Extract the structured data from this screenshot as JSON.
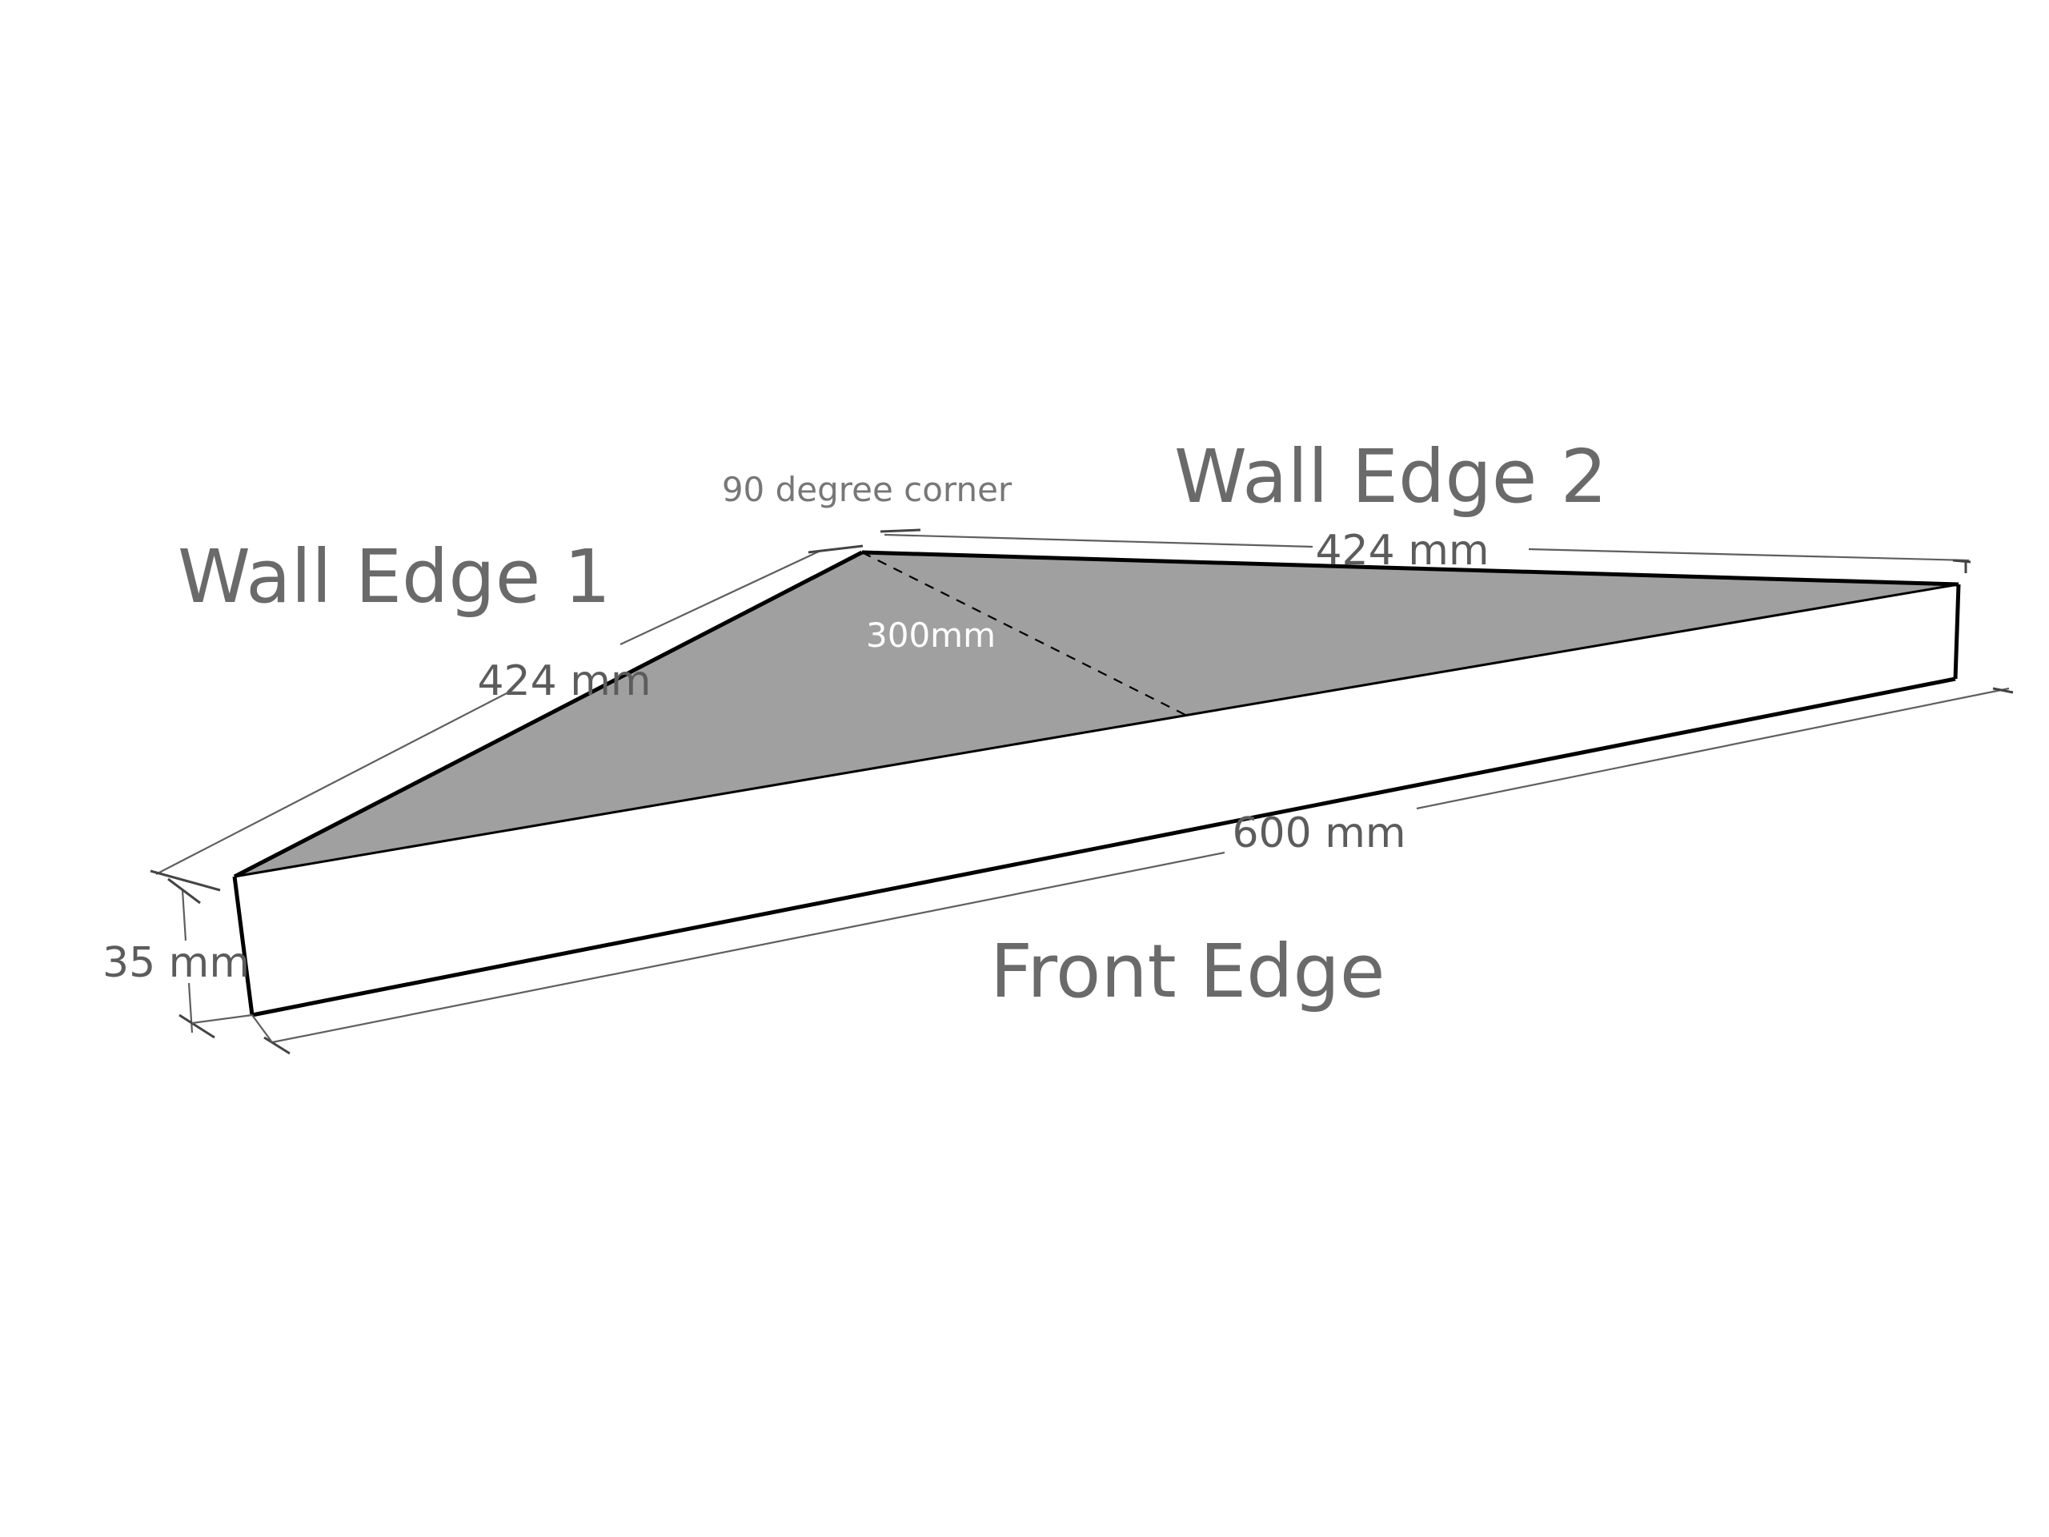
{
  "labels": {
    "corner": "90 degree corner",
    "wall_edge_1": "Wall Edge 1",
    "wall_edge_2": "Wall Edge 2",
    "front_edge": "Front Edge"
  },
  "dimensions": {
    "wall_edge_1_length": "424 mm",
    "wall_edge_2_length": "424 mm",
    "depth": "300mm",
    "front_edge_length": "600 mm",
    "thickness": "35 mm"
  },
  "colors": {
    "top_surface": "#a0a0a0",
    "edge": "#000000",
    "label_text": "#6a6a6a",
    "dimension_text": "#5c5c5c",
    "background": "#ffffff"
  }
}
